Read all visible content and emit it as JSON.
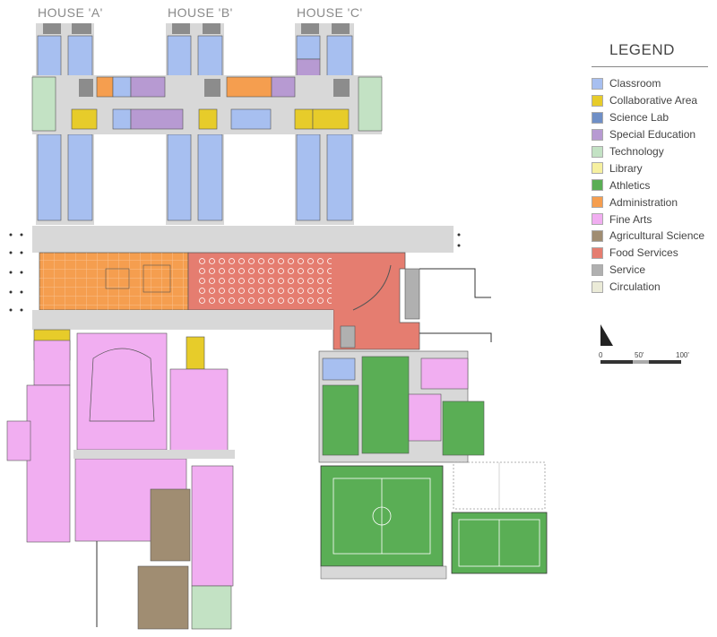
{
  "houses": [
    "HOUSE 'A'",
    "HOUSE 'B'",
    "HOUSE 'C'"
  ],
  "legend": {
    "title": "LEGEND",
    "items": [
      {
        "label": "Classroom",
        "color": "#a7bff0"
      },
      {
        "label": "Collaborative Area",
        "color": "#e7cc2a"
      },
      {
        "label": "Science Lab",
        "color": "#6f8fc6"
      },
      {
        "label": "Special Education",
        "color": "#b79ad2"
      },
      {
        "label": "Technology",
        "color": "#c3e2c4"
      },
      {
        "label": "Library",
        "color": "#f6f0a0"
      },
      {
        "label": "Athletics",
        "color": "#5aae55"
      },
      {
        "label": "Administration",
        "color": "#f59e4f"
      },
      {
        "label": "Fine Arts",
        "color": "#f1aef1"
      },
      {
        "label": "Agricultural Science",
        "color": "#a08d72"
      },
      {
        "label": "Food Services",
        "color": "#e57d70"
      },
      {
        "label": "Service",
        "color": "#b0b0b0"
      },
      {
        "label": "Circulation",
        "color": "#ebebd8"
      }
    ]
  },
  "scale": {
    "labels": [
      "0",
      "50'",
      "100'"
    ]
  }
}
